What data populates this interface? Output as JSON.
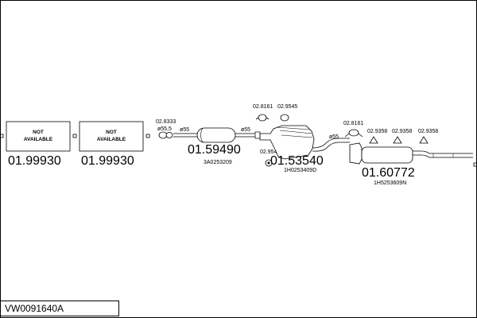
{
  "diagram": {
    "not_available_label_line1": "NOT",
    "not_available_label_line2": "AVAILABLE",
    "parts": [
      {
        "number": "01.99930"
      },
      {
        "number": "01.99930"
      },
      {
        "number": "01.59490",
        "ref": "3A0253209"
      },
      {
        "number": "01.53540",
        "ref": "1H0253409D"
      },
      {
        "number": "01.60772",
        "ref": "1H5253609N"
      }
    ],
    "fittings": {
      "f1": "02.8333",
      "f2": "ø55,5",
      "f3": "ø55",
      "f4": "ø55",
      "f5": "02.8161",
      "f6": "02.9545",
      "f7": "02.9545",
      "f8": "ø55",
      "f9": "02.8161",
      "f10": "02.9358",
      "f11": "02.9358",
      "f12": "02.9358"
    },
    "kit_code": "VW0091640A"
  }
}
